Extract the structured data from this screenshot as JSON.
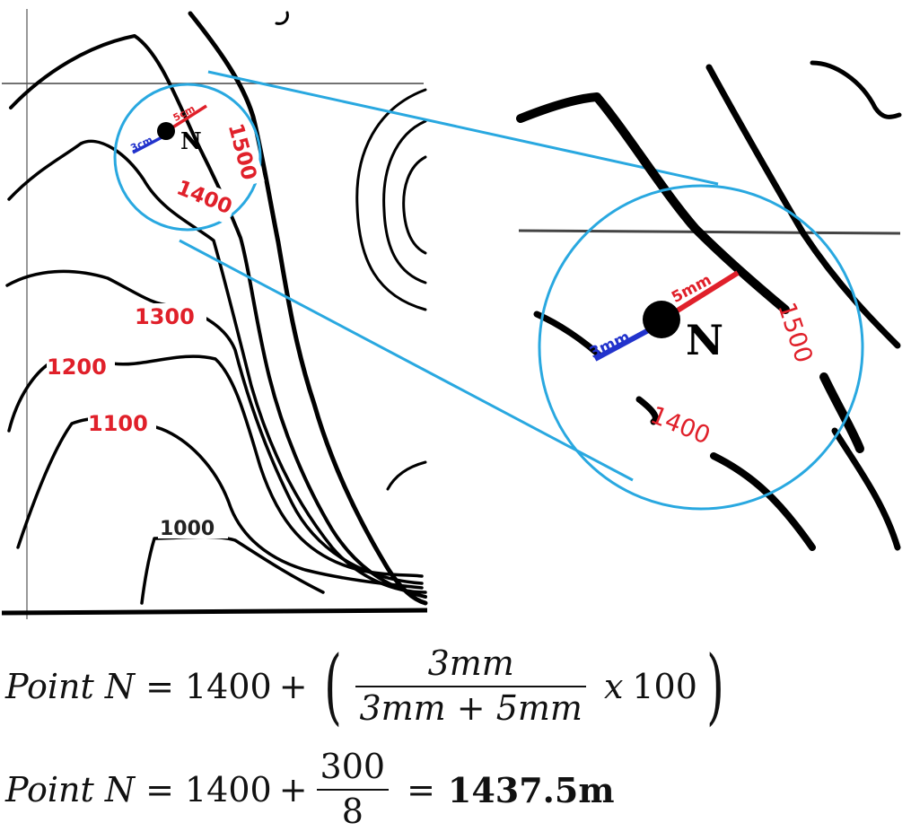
{
  "map_labels": {
    "contour_1000": "1000",
    "contour_1100": "1100",
    "contour_1200": "1200",
    "contour_1300": "1300",
    "contour_1400": "1400",
    "contour_1500": "1500",
    "point_label": "N",
    "dist_blue": "3cm",
    "dist_red": "5cm"
  },
  "zoom_labels": {
    "contour_1400": "1400",
    "contour_1500": "1500",
    "point_label": "N",
    "dist_blue": "3mm",
    "dist_red": "5mm"
  },
  "colors": {
    "contour_label": "#e0202a",
    "blue_segment": "#2233cc",
    "red_segment": "#e0202a",
    "zoom_circle": "#29a8e0"
  },
  "formula_1": {
    "lhs": "Point N",
    "eq": "=",
    "base": "1400",
    "plus": "+",
    "numerator": "3mm",
    "denominator": "3mm + 5mm",
    "times": "x",
    "factor": "100"
  },
  "formula_2": {
    "lhs": "Point N",
    "eq": "=",
    "base": "1400",
    "plus": "+",
    "numerator": "300",
    "denominator": "8",
    "eq2": "=",
    "result": "1437.5m"
  }
}
